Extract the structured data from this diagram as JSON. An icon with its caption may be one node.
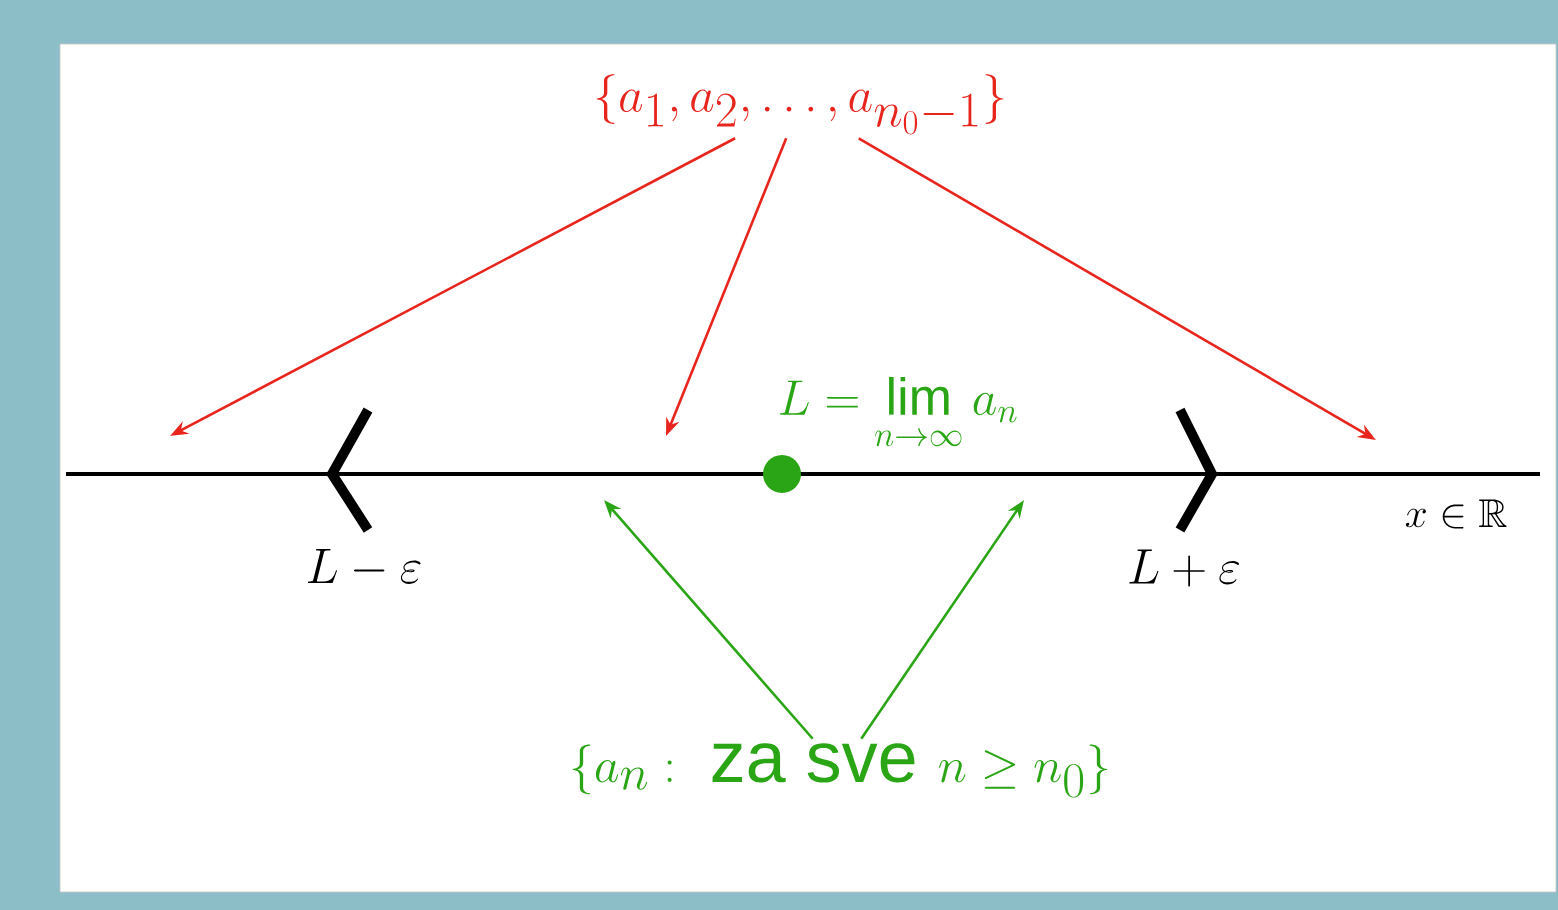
{
  "diagram": {
    "nodes": [
      {
        "text": [
          "\\{a_1, a_2, \\ldots, a_{n_0-1}\\}"
        ]
      },
      {
        "text": [
          "\\{a_n :\\ \\mbox{za sve}\\ n \\geq n_0\\}"
        ]
      },
      {
        "text": [],
        "shape": "circle",
        "beside": [
          "L = \\lim_{n\\to\\infty} a_n"
        ]
      }
    ],
    "edges": [
      {
        "from": 0,
        "to": null,
        "arrow": "to"
      },
      {
        "from": 0,
        "to": null,
        "arrow": "to"
      },
      {
        "from": 0,
        "to": null,
        "arrow": "to"
      },
      {
        "from": 1,
        "to": null,
        "arrow": "to",
        "color": "#2aa515"
      },
      {
        "from": 1,
        "to": null,
        "arrow": "to",
        "color": "#2aa515"
      }
    ],
    "labels": [
      "L - \\varepsilon",
      "L + \\varepsilon",
      "x \\in \\mathbb{R}"
    ]
  }
}
